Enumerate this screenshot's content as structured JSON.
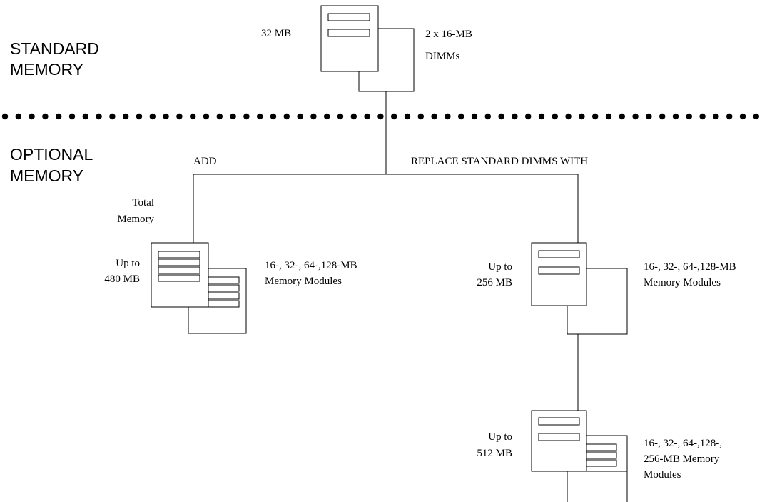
{
  "sections": {
    "standard": [
      "STANDARD",
      "MEMORY"
    ],
    "optional": [
      "OPTIONAL",
      "MEMORY"
    ]
  },
  "standard_config": {
    "size": "32 MB",
    "modules": [
      "2 x 16-MB",
      "DIMMs"
    ]
  },
  "branches": {
    "add": "ADD",
    "replace": "REPLACE STANDARD DIMMS WITH"
  },
  "add_config": {
    "total_label": [
      "Total",
      "Memory"
    ],
    "size": [
      "Up to",
      "480 MB"
    ],
    "modules": [
      "16-, 32-, 64-,128-MB",
      "Memory Modules"
    ]
  },
  "replace_config_1": {
    "size": [
      "Up to",
      "256 MB"
    ],
    "modules": [
      "16-, 32-, 64-,128-MB",
      "Memory Modules"
    ]
  },
  "replace_config_2": {
    "size": [
      "Up to",
      "512 MB"
    ],
    "modules": [
      "16-, 32-, 64-,128-,",
      "256-MB Memory",
      "Modules"
    ]
  },
  "colors": {
    "line": "#000000",
    "background": "#ffffff"
  }
}
